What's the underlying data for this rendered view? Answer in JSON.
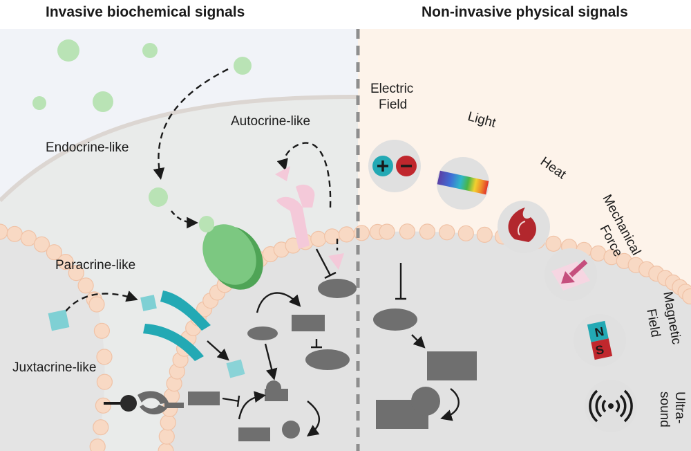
{
  "headings": {
    "left": "Invasive biochemical signals",
    "right": "Non-invasive physical signals"
  },
  "biochemical_labels": {
    "endocrine": "Endocrine-like",
    "autocrine": "Autocrine-like",
    "paracrine": "Paracrine-like",
    "juxtacrine": "Juxtacrine-like"
  },
  "physical_labels": {
    "electric_line1": "Electric",
    "electric_line2": "Field",
    "light": "Light",
    "heat": "Heat",
    "mechanical_line1": "Mechanical",
    "mechanical_line2": "Force",
    "magnetic_line1": "Magnetic",
    "magnetic_line2": "Field",
    "ultrasound_line1": "Ultra-",
    "ultrasound_line2": "sound"
  },
  "icons": {
    "electric": "plus-minus-charge-icon",
    "light": "spectrum-icon",
    "heat": "flame-icon",
    "mechanical": "pressing-arrow-icon",
    "magnetic": "magnet-icon",
    "ultrasound": "sound-wave-icon"
  },
  "magnet": {
    "north": "N",
    "south": "S"
  },
  "colors": {
    "ligand_green": "#b9e3b5",
    "receptor_green": "#6bbf73",
    "receptor_teal": "#23a9b4",
    "receptor_pink": "#f4c9d9",
    "membrane_bead": "#f8d9c4",
    "panel_right_bg": "#fdf3ea",
    "panel_left_bg": "#f1f3f8"
  }
}
